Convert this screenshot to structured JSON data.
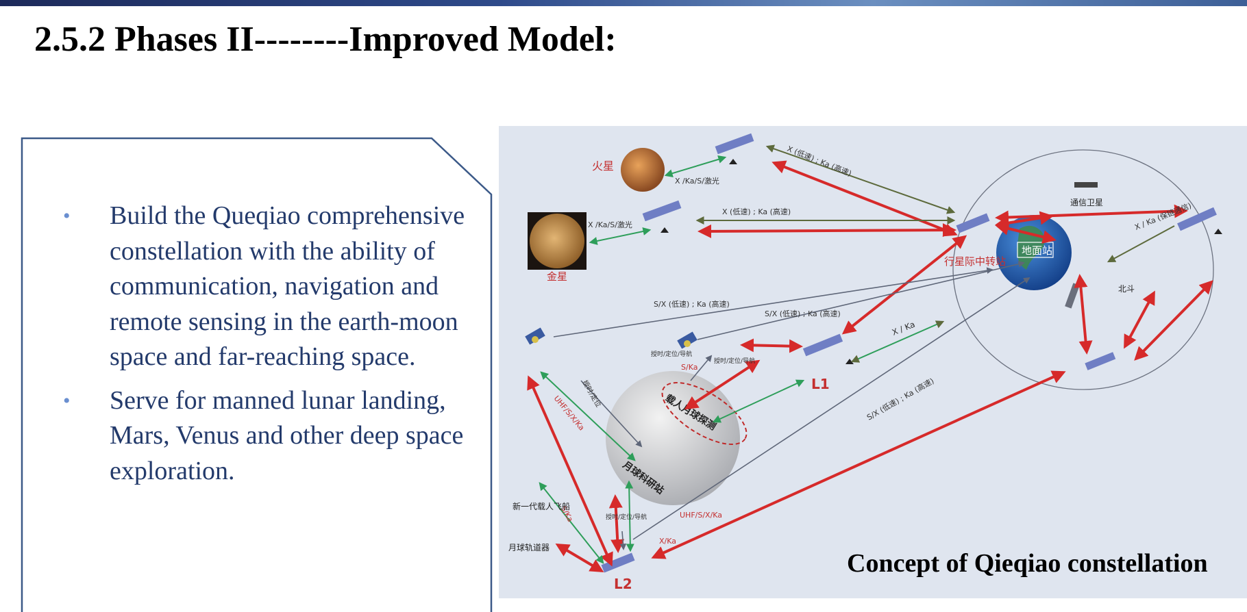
{
  "slide": {
    "title": "2.5.2 Phases II--------Improved Model:",
    "bullets": [
      "Build the Queqiao comprehensive constellation with the ability of communication, navigation and remote sensing in the earth-moon space and far-reaching space.",
      "Serve for manned lunar landing, Mars, Venus and other deep space exploration."
    ],
    "bullet_glyph": "•"
  },
  "figure": {
    "caption": "Concept of Qieqiao constellation",
    "labels": {
      "mars": "火星",
      "venus": "金星",
      "earth_station": "地面站",
      "relay_station": "行星际中转站",
      "comm_sat": "通信卫星",
      "beidou": "北斗",
      "l1": "L1",
      "l2": "L2",
      "manned_lunar": "载人月球探测",
      "lunar_station": "月球科研站",
      "new_spacecraft": "新一代载人飞船",
      "lunar_orbiter": "月球轨道器",
      "link_mars": "X /Ka/S/激光",
      "link_venus": "X /Ka/S/激光",
      "link_xka_top": "X (低速) ; Ka (高速)",
      "link_xka_mid": "X (低速) ; Ka (高速)",
      "link_sx_1": "S/X (低速) ; Ka (高速)",
      "link_sx_2": "S/X (低速) ; Ka (高速)",
      "link_xka_short": "X / Ka",
      "link_xka_relay": "X / Ka (保链通信)",
      "link_sx_diag": "S/X (低速) ; Ka (高速)",
      "link_uhf_left": "UHF/S/X/Ka",
      "link_uhf_bottom": "UHF/S/X/Ka",
      "link_ska_upper": "S/Ka",
      "link_ska_lower": "S/Ka",
      "link_xka_l2": "X/Ka",
      "nav_1": "授时/定位",
      "nav_2": "授时/定位/导航",
      "nav_3": "授时/定位/导航",
      "nav_4": "授时/定位/导航"
    },
    "colors": {
      "red_link": "#d62a2a",
      "green_link": "#2e9e5a",
      "olive_link": "#5d6a3c",
      "gray_link": "#5e6678",
      "earth": "#1e5fb0",
      "background": "#dfe5ef"
    }
  }
}
